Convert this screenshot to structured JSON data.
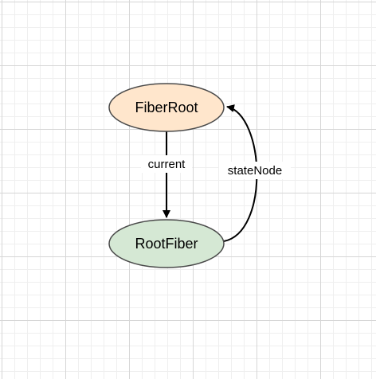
{
  "diagram": {
    "nodes": {
      "fiber_root": {
        "label": "FiberRoot",
        "fill": "#ffe6cc",
        "stroke": "#4a4a4a"
      },
      "root_fiber": {
        "label": "RootFiber",
        "fill": "#d5e8d4",
        "stroke": "#4a4a4a"
      }
    },
    "edges": {
      "current": {
        "label": "current",
        "from": "FiberRoot",
        "to": "RootFiber"
      },
      "state_node": {
        "label": "stateNode",
        "from": "RootFiber",
        "to": "FiberRoot"
      }
    }
  }
}
